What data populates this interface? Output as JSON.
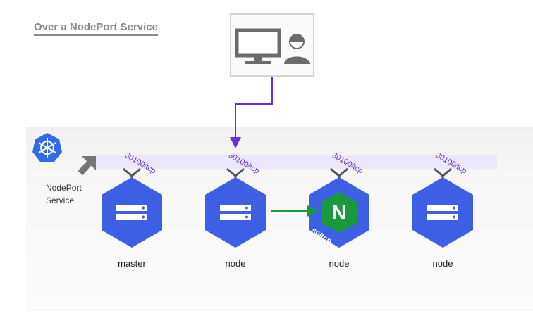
{
  "title": "Over a NodePort Service",
  "service": {
    "line1": "NodePort",
    "line2": "Service"
  },
  "nodes": [
    {
      "label": "master",
      "port": "30100/tcp"
    },
    {
      "label": "node",
      "port": "30100/tcp"
    },
    {
      "label": "node",
      "port": "30100/tcp"
    },
    {
      "label": "node",
      "port": "30100/tcp"
    }
  ],
  "pod": {
    "letter": "N",
    "port": "80/tcp"
  },
  "colors": {
    "node_blue": "#3d5fe3",
    "k8s_blue": "#326ce5",
    "nginx_green": "#1a9a3c",
    "traffic_purple": "#6a2ee0",
    "pod_link_green": "#19993c",
    "arrow_gray": "#757575"
  },
  "icons": [
    "monitor-icon",
    "user-icon",
    "kubernetes-logo-icon",
    "nodeport-arrow-icon",
    "server-icon",
    "nginx-icon"
  ]
}
